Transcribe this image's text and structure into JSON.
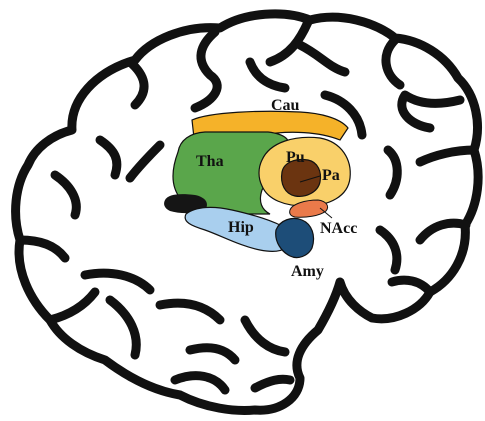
{
  "labels": {
    "caudate": "Cau",
    "thalamus": "Tha",
    "putamen": "Pu",
    "pallidum": "Pa",
    "nucleus_accumbens": "NAcc",
    "hippocampus": "Hip",
    "amygdala": "Amy"
  },
  "colors": {
    "caudate": "#f5b229",
    "thalamus": "#5aa64b",
    "putamen": "#f9d06a",
    "pallidum": "#6b3410",
    "nucleus_accumbens": "#ea7a4a",
    "hippocampus": "#a9cfee",
    "amygdala": "#1d4d78",
    "ventricle_tail": "#151515",
    "outline": "#111111"
  }
}
